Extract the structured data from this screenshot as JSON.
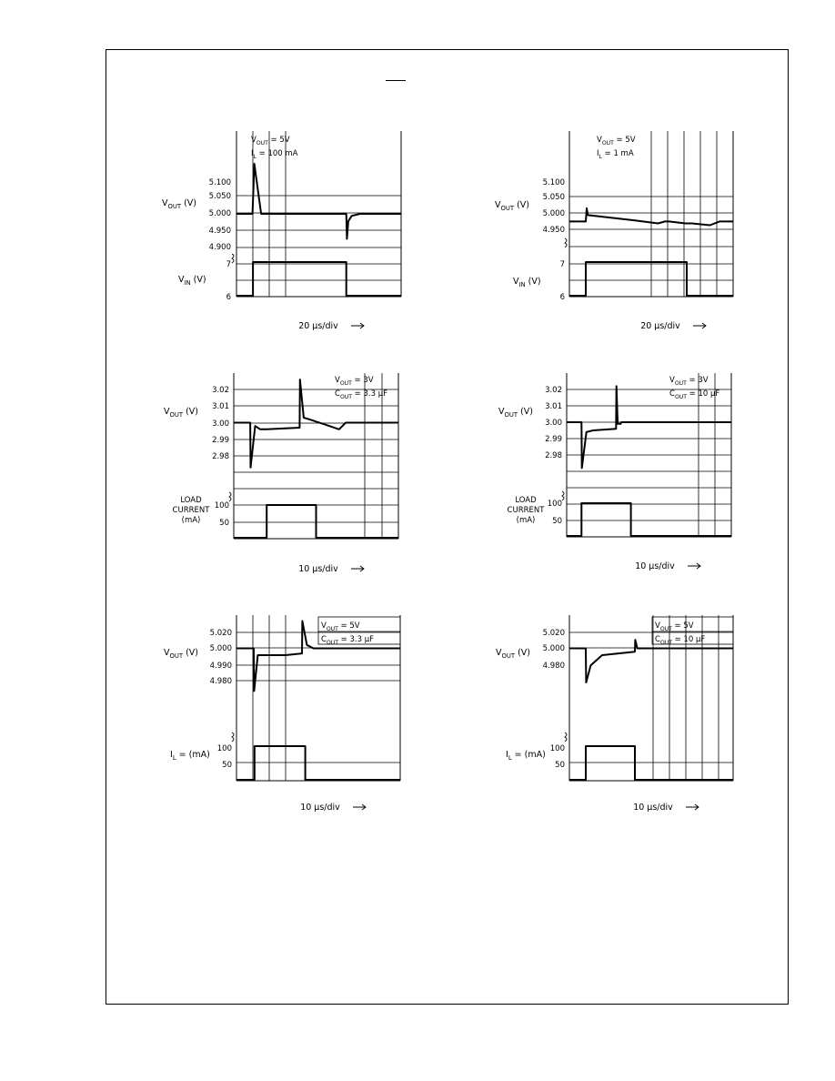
{
  "chart_data": [
    {
      "type": "line",
      "ylabel_top": "VOUT (V)",
      "yticks_top": [
        "5.100",
        "5.050",
        "5.000",
        "4.950",
        "4.900"
      ],
      "ylabel_bottom": "VIN (V)",
      "yticks_bottom": [
        "7",
        "6"
      ],
      "annotation": [
        "VOUT = 5V",
        "IL = 100 mA"
      ],
      "xlabel": "20 μs/div",
      "top_trace": {
        "y_range": [
          4.9,
          5.1
        ],
        "x": [
          0,
          1.17,
          1.3,
          1.8,
          2.6,
          8.0,
          8.05,
          8.15,
          8.4,
          9.0,
          12.0
        ],
        "y": [
          5.0,
          5.0,
          5.1,
          5.0,
          5.0,
          5.0,
          4.95,
          4.985,
          4.996,
          5.0,
          5.0
        ]
      },
      "bottom_trace": {
        "y_range": [
          6,
          7
        ],
        "x": [
          0,
          1.2,
          1.2,
          8.0,
          8.0,
          12.0
        ],
        "y": [
          6,
          6,
          7,
          7,
          6,
          6
        ]
      }
    },
    {
      "type": "line",
      "ylabel_top": "VOUT (V)",
      "yticks_top": [
        "5.100",
        "5.050",
        "5.000",
        "4.950"
      ],
      "ylabel_bottom": "VIN (V)",
      "yticks_bottom": [
        "7",
        "6"
      ],
      "annotation": [
        "VOUT = 5V",
        "IL = 1 mA"
      ],
      "xlabel": "20 μs/div",
      "top_trace": {
        "y_range": [
          4.95,
          5.1
        ],
        "x": [
          0,
          1.2,
          1.27,
          1.35,
          4.8,
          6.5,
          7.0,
          7.3,
          8.5,
          9.0,
          10.3,
          11.0,
          12.0
        ],
        "y": [
          4.995,
          4.995,
          5.03,
          5.012,
          4.998,
          4.99,
          4.995,
          4.995,
          4.99,
          4.99,
          4.985,
          4.995,
          4.995
        ]
      },
      "bottom_trace": {
        "y_range": [
          6,
          7
        ],
        "x": [
          0,
          1.2,
          1.2,
          8.6,
          8.6,
          12.0
        ],
        "y": [
          6,
          6,
          7,
          7,
          6,
          6
        ]
      }
    },
    {
      "type": "line",
      "ylabel_top": "VOUT (V)",
      "yticks_top": [
        "3.02",
        "3.01",
        "3.00",
        "2.99",
        "2.98"
      ],
      "ylabel_bottom": "LOAD CURRENT (mA)",
      "yticks_bottom": [
        "100",
        "50"
      ],
      "annotation": [
        "VOUT = 3V",
        "COUT = 3.3 μF"
      ],
      "xlabel": "10 μs/div",
      "top_trace": {
        "y_range": [
          2.98,
          3.02
        ],
        "x": [
          0,
          1.0,
          1.02,
          1.3,
          1.6,
          2.0,
          4.0,
          4.02,
          4.25,
          4.6,
          5.5,
          6.4,
          6.8,
          7.5,
          10.0
        ],
        "y": [
          3.0,
          3.0,
          2.973,
          2.998,
          2.996,
          2.996,
          2.997,
          3.026,
          3.003,
          3.002,
          2.999,
          2.996,
          3.0,
          3.0,
          3.0
        ]
      },
      "bottom_trace": {
        "y_range": [
          0,
          100
        ],
        "x": [
          0,
          2.0,
          2.0,
          5.0,
          5.0,
          10.0
        ],
        "y": [
          0,
          0,
          100,
          100,
          0,
          0
        ]
      }
    },
    {
      "type": "line",
      "ylabel_top": "VOUT (V)",
      "yticks_top": [
        "3.02",
        "3.01",
        "3.00",
        "2.99",
        "2.98"
      ],
      "ylabel_bottom": "LOAD CURRENT (mA)",
      "yticks_bottom": [
        "100",
        "50"
      ],
      "annotation": [
        "VOUT = 3V",
        "COUT = 10 μF"
      ],
      "xlabel": "10 μs/div",
      "top_trace": {
        "y_range": [
          2.98,
          3.02
        ],
        "x": [
          0,
          0.9,
          0.92,
          1.2,
          1.6,
          3.0,
          3.02,
          3.1,
          3.28,
          3.32,
          3.5,
          10.0
        ],
        "y": [
          3.0,
          3.0,
          2.972,
          2.994,
          2.995,
          2.996,
          3.022,
          2.999,
          2.999,
          3.0,
          3.0,
          3.0
        ]
      },
      "bottom_trace": {
        "y_range": [
          0,
          100
        ],
        "x": [
          0,
          0.9,
          0.9,
          3.9,
          3.9,
          10.0
        ],
        "y": [
          0,
          0,
          100,
          100,
          0,
          0
        ]
      }
    },
    {
      "type": "line",
      "ylabel_top": "VOUT (V)",
      "yticks_top": [
        "5.020",
        "5.000",
        "4.990",
        "4.980"
      ],
      "ylabel_bottom": "IL = (mA)",
      "yticks_bottom": [
        "100",
        "50"
      ],
      "annotation": [
        "VOUT = 5V",
        "COUT = 3.3 μF"
      ],
      "xlabel": "10 μs/div",
      "top_trace": {
        "y_range": [
          4.98,
          5.02
        ],
        "x": [
          0,
          1.05,
          1.08,
          1.3,
          1.6,
          3.0,
          4.0,
          4.02,
          4.3,
          4.7,
          5.4,
          10.0
        ],
        "y": [
          5.0,
          5.0,
          4.975,
          4.996,
          4.996,
          4.996,
          4.997,
          5.016,
          5.002,
          5.0,
          5.0,
          5.0
        ]
      },
      "bottom_trace": {
        "y_range": [
          0,
          100
        ],
        "x": [
          0,
          1.1,
          1.1,
          4.2,
          4.2,
          10.0
        ],
        "y": [
          0,
          0,
          100,
          100,
          0,
          0
        ]
      }
    },
    {
      "type": "line",
      "ylabel_top": "VOUT (V)",
      "yticks_top": [
        "5.020",
        "5.000",
        "4.980"
      ],
      "ylabel_bottom": "IL = (mA)",
      "yticks_bottom": [
        "100",
        "50"
      ],
      "annotation": [
        "VOUT = 5V",
        "COUT = 10 μF"
      ],
      "xlabel": "10 μs/div",
      "top_trace": {
        "y_range": [
          4.98,
          5.02
        ],
        "x": [
          0,
          1.0,
          1.02,
          1.3,
          2.0,
          3.0,
          4.0,
          4.02,
          4.15,
          4.4,
          5.0,
          10.0
        ],
        "y": [
          5.0,
          5.0,
          4.98,
          4.99,
          4.996,
          4.997,
          4.998,
          5.005,
          5.0,
          5.0,
          5.0,
          5.0
        ]
      },
      "bottom_trace": {
        "y_range": [
          0,
          100
        ],
        "x": [
          0,
          1.0,
          1.0,
          4.0,
          4.0,
          10.0
        ],
        "y": [
          0,
          0,
          100,
          100,
          0,
          0
        ]
      }
    }
  ]
}
